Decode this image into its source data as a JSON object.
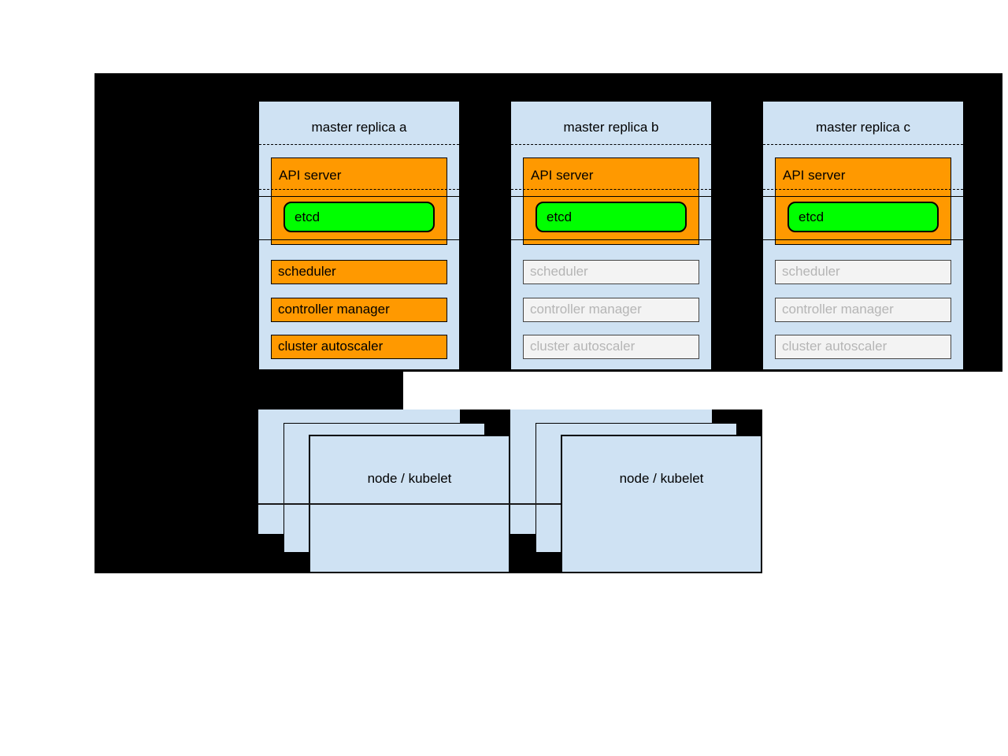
{
  "masters": [
    {
      "title": "master replica a",
      "api_server": "API server",
      "etcd": "etcd",
      "components": [
        "scheduler",
        "controller manager",
        "cluster autoscaler"
      ],
      "state": "active"
    },
    {
      "title": "master replica b",
      "api_server": "API server",
      "etcd": "etcd",
      "components": [
        "scheduler",
        "controller manager",
        "cluster autoscaler"
      ],
      "state": "inactive"
    },
    {
      "title": "master replica c",
      "api_server": "API server",
      "etcd": "etcd",
      "components": [
        "scheduler",
        "controller manager",
        "cluster autoscaler"
      ],
      "state": "inactive"
    }
  ],
  "node_stacks": [
    {
      "label": "node / kubelet",
      "layers": 3
    },
    {
      "label": "node / kubelet",
      "layers": 3
    }
  ],
  "colors": {
    "background": "#000000",
    "panel_blue": "#cfe2f3",
    "active_orange": "#ff9900",
    "etcd_green": "#00ff00",
    "inactive_fill": "#f3f3f3",
    "inactive_border": "#434343",
    "inactive_text": "#b5b5b5"
  }
}
